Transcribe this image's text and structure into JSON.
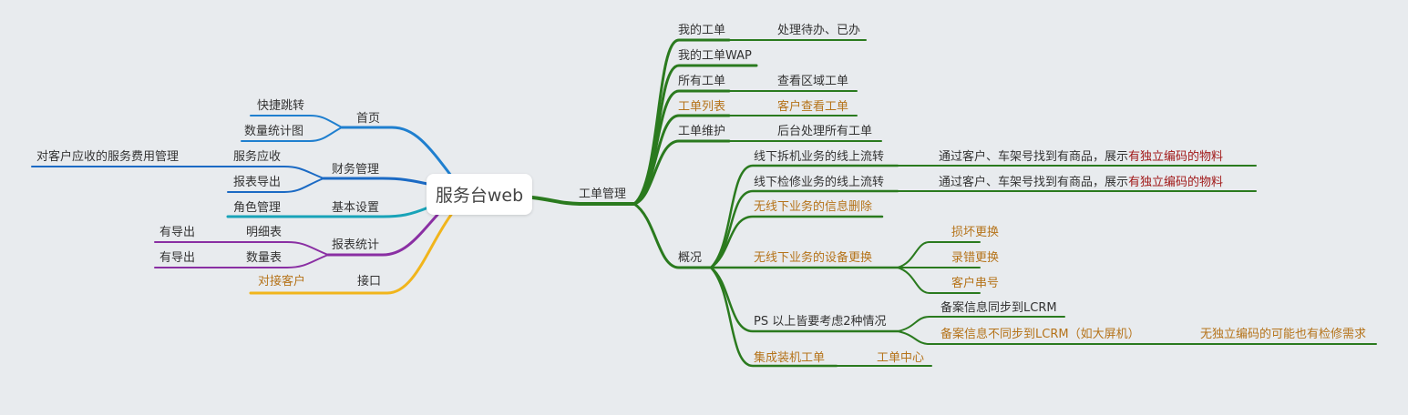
{
  "root": {
    "label": "服务台web"
  },
  "colors": {
    "green": "#2a7a1e",
    "blue": "#1f7fcf",
    "teal": "#18a3b8",
    "purple": "#8a2fa3",
    "yellow": "#f1b51c",
    "orange_text": "#b5731a",
    "red_text": "#a11a1a"
  },
  "left": {
    "home": {
      "label": "首页",
      "children": [
        "快捷跳转",
        "数量统计图"
      ]
    },
    "finance": {
      "label": "财务管理",
      "service": "服务应收",
      "service_note": "对客户应收的服务费用管理",
      "export": "报表导出"
    },
    "settings": {
      "label": "基本设置",
      "children": [
        "角色管理"
      ]
    },
    "reports": {
      "label": "报表统计",
      "detail": "明细表",
      "detail_note": "有导出",
      "quantity": "数量表",
      "quantity_note": "有导出"
    },
    "interface": {
      "label": "接口",
      "children": [
        "对接客户"
      ]
    }
  },
  "right": {
    "label": "工单管理",
    "items": [
      {
        "label": "我的工单",
        "note": "处理待办、已办"
      },
      {
        "label": "我的工单WAP",
        "note": ""
      },
      {
        "label": "所有工单",
        "note": "查看区域工单"
      },
      {
        "label": "工单列表",
        "note": "客户查看工单"
      },
      {
        "label": "工单维护",
        "note": "后台处理所有工单"
      }
    ],
    "overview": {
      "label": "概况",
      "line1": {
        "label": "线下拆机业务的线上流转",
        "note_prefix": "通过客户、车架号找到有商品，展示",
        "note_highlight": "有独立编码的物料"
      },
      "line2": {
        "label": "线下检修业务的线上流转",
        "note_prefix": "通过客户、车架号找到有商品，展示",
        "note_highlight": "有独立编码的物料"
      },
      "line3": {
        "label": "无线下业务的信息删除"
      },
      "line4": {
        "label": "无线下业务的设备更换",
        "children": [
          "损坏更换",
          "录错更换",
          "客户串号"
        ]
      },
      "line5": {
        "label": "PS 以上皆要考虑2种情况",
        "sub1": "备案信息同步到LCRM",
        "sub2": "备案信息不同步到LCRM（如大屏机）",
        "sub2_note": "无独立编码的可能也有检修需求"
      },
      "line6": {
        "label": "集成装机工单",
        "note": "工单中心"
      }
    }
  }
}
